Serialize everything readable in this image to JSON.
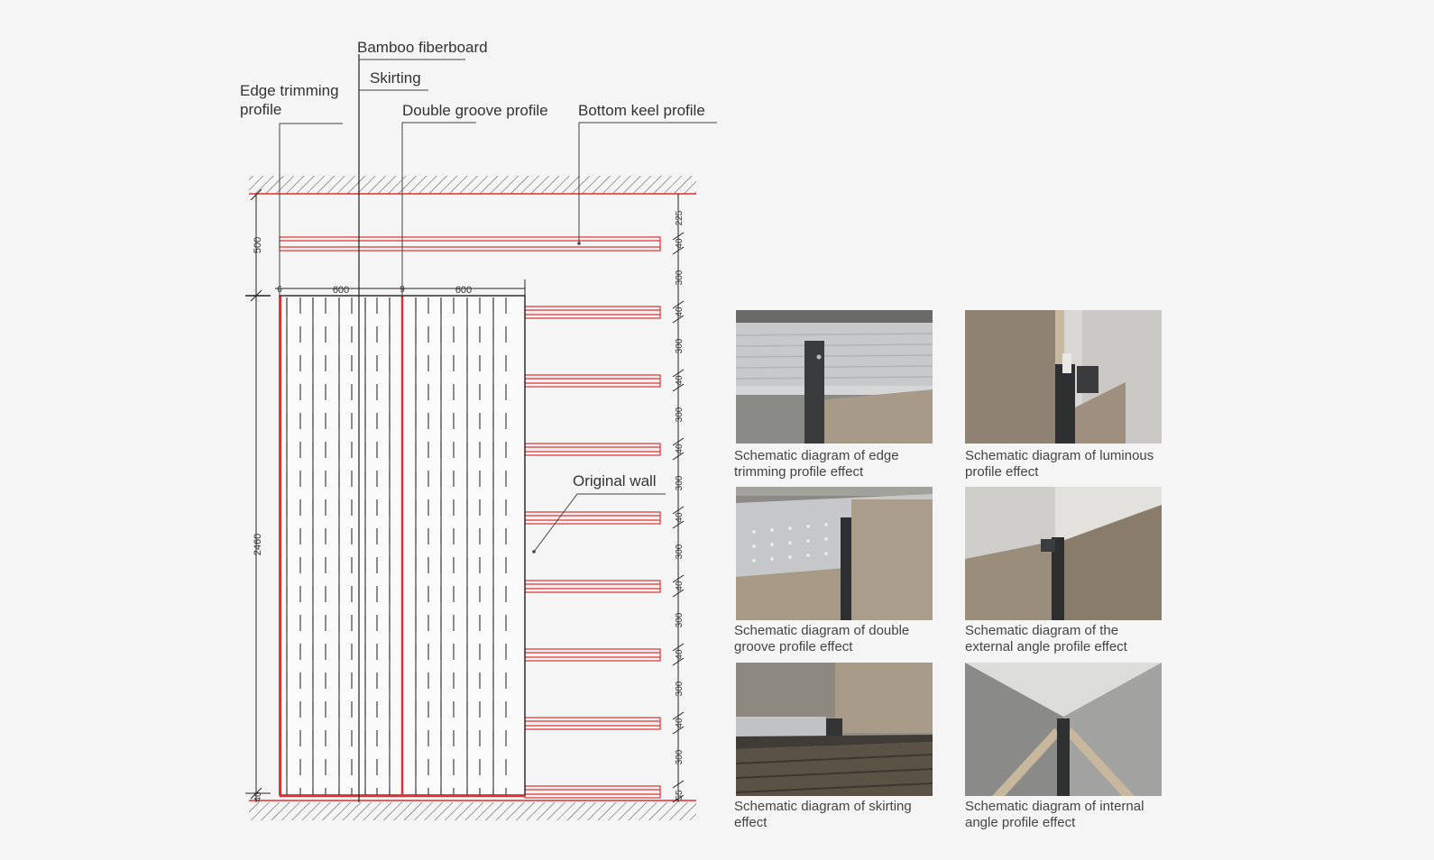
{
  "callouts": {
    "bamboo_fiberboard": "Bamboo fiberboard",
    "skirting": "Skirting",
    "edge_trimming_line1": "Edge trimming",
    "edge_trimming_line2": "profile",
    "double_groove": "Double groove profile",
    "bottom_keel": "Bottom keel profile",
    "original_wall": "Original wall"
  },
  "dimensions": {
    "left_top": "500",
    "left_main": "2460",
    "left_bottom": "40",
    "top_left_small": "6",
    "top_span_1": "600",
    "top_mid_small": "9",
    "top_span_2": "600",
    "right": [
      "225",
      "40",
      "300",
      "40",
      "300",
      "40",
      "300",
      "40",
      "300",
      "40",
      "300",
      "40",
      "300",
      "40",
      "300",
      "40",
      "300",
      "55"
    ]
  },
  "photos": [
    {
      "caption_line1": "Schematic diagram of edge",
      "caption_line2": "trimming profile effect"
    },
    {
      "caption_line1": "Schematic diagram of luminous",
      "caption_line2": "profile effect"
    },
    {
      "caption_line1": "Schematic diagram of double",
      "caption_line2": "groove profile effect"
    },
    {
      "caption_line1": "Schematic diagram of the",
      "caption_line2": "external angle profile effect"
    },
    {
      "caption_line1": "Schematic diagram of skirting",
      "caption_line2": "effect"
    },
    {
      "caption_line1": "Schematic diagram of internal",
      "caption_line2": "angle profile effect"
    }
  ],
  "colors": {
    "profile_red": "#e03030",
    "line_dark": "#222222",
    "panel_wood": "#a89a88"
  }
}
